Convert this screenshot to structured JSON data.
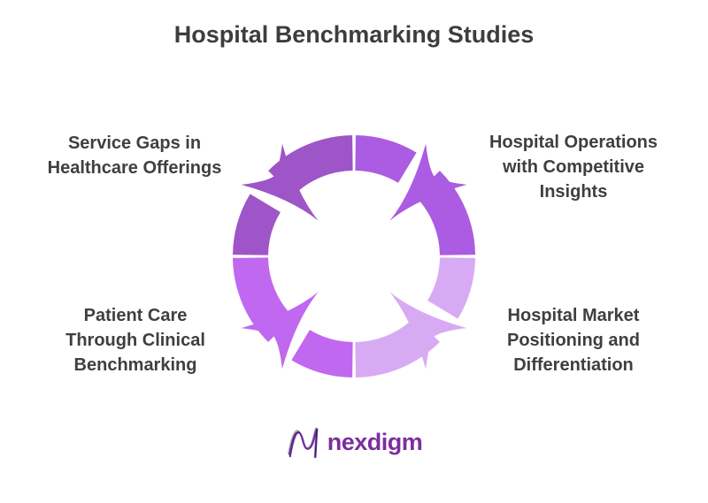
{
  "title": "Hospital Benchmarking Studies",
  "diagram": {
    "type": "circular-cycle-4-segments",
    "quadrants": [
      {
        "id": "top-left",
        "label": "Service Gaps in Healthcare Offerings",
        "lines": [
          "Service Gaps in",
          "Healthcare Offerings"
        ],
        "color": "#9e55c8",
        "arrow_angle": -135
      },
      {
        "id": "top-right",
        "label": "Hospital Operations with Competitive Insights",
        "lines": [
          "Hospital Operations",
          "with Competitive",
          "Insights"
        ],
        "color": "#ab5ce2",
        "arrow_angle": -45
      },
      {
        "id": "bottom-left",
        "label": "Patient Care Through Clinical Benchmarking",
        "lines": [
          "Patient Care",
          "Through Clinical",
          "Benchmarking"
        ],
        "color": "#c068ef",
        "arrow_angle": 135
      },
      {
        "id": "bottom-right",
        "label": "Hospital Market Positioning and Differentiation",
        "lines": [
          "Hospital Market",
          "Positioning and",
          "Differentiation"
        ],
        "color": "#d9aaf4",
        "arrow_angle": 45
      }
    ],
    "title_color": "#3d3d3d",
    "label_color": "#3f3f3f"
  },
  "footer": {
    "logo_text": "nexdigm",
    "logo_color": "#7b2e9d"
  }
}
